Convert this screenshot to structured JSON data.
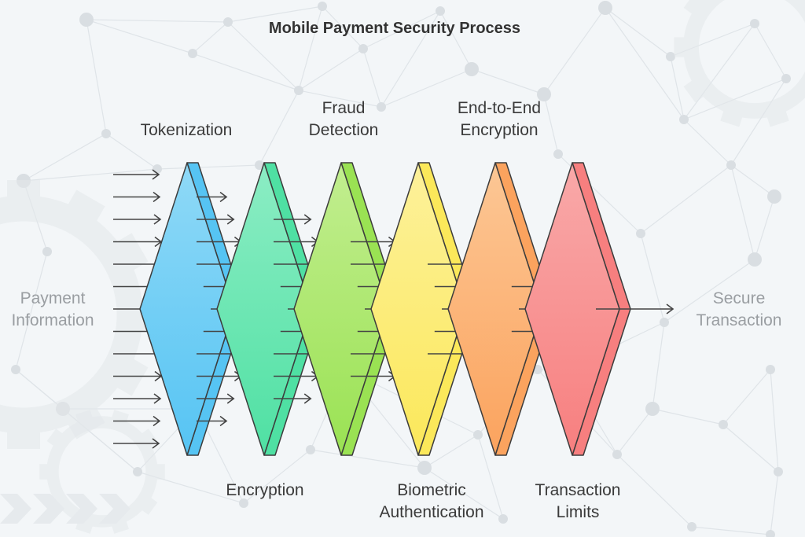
{
  "title": "Mobile Payment Security Process",
  "input_label": "Payment\nInformation",
  "output_label": "Secure\nTransaction",
  "layers": [
    {
      "label": "Tokenization",
      "color": "#56c4f3",
      "color_light": "#8fd9f7"
    },
    {
      "label": "Encryption",
      "color": "#4fe0a3",
      "color_light": "#8cedc4"
    },
    {
      "label": "Fraud\nDetection",
      "color": "#9ae253",
      "color_light": "#c2ee90"
    },
    {
      "label": "Biometric\nAuthentication",
      "color": "#fbe85a",
      "color_light": "#fdf19b"
    },
    {
      "label": "End-to-End\nEncryption",
      "color": "#fba35e",
      "color_light": "#fcc795"
    },
    {
      "label": "Transaction\nLimits",
      "color": "#f77f7f",
      "color_light": "#f9a9a9"
    }
  ],
  "arrow_counts": [
    13,
    11,
    9,
    7,
    5,
    3,
    1
  ]
}
